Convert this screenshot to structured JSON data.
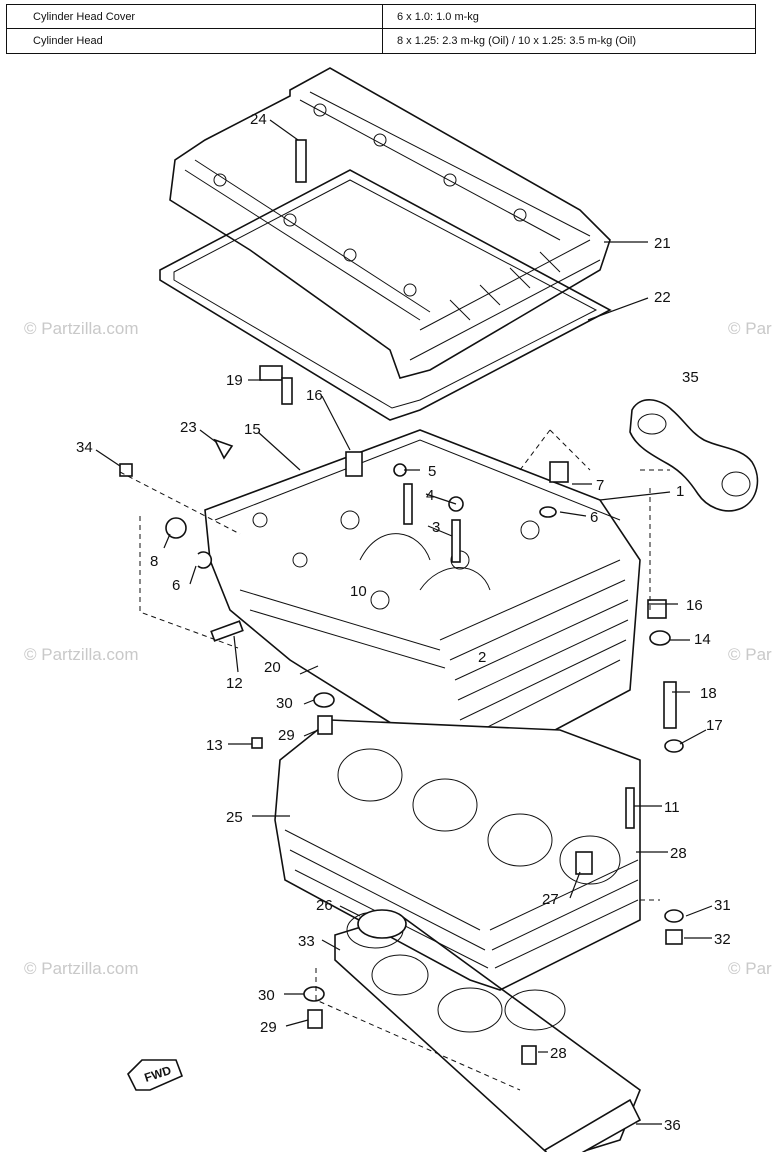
{
  "spec_table": [
    {
      "part": "Cylinder Head Cover",
      "torque": "6 x 1.0: 1.0 m-kg"
    },
    {
      "part": "Cylinder Head",
      "torque": "8 x 1.25: 2.3 m-kg (Oil) / 10 x 1.25: 3.5 m-kg (Oil)"
    }
  ],
  "watermark": "© Partzilla.com",
  "callouts": {
    "c1": "1",
    "c2": "2",
    "c3": "3",
    "c4": "4",
    "c5": "5",
    "c6a": "6",
    "c6b": "6",
    "c7": "7",
    "c8": "8",
    "c10": "10",
    "c11": "11",
    "c12": "12",
    "c13": "13",
    "c14": "14",
    "c15": "15",
    "c16a": "16",
    "c16b": "16",
    "c17": "17",
    "c18": "18",
    "c19": "19",
    "c20": "20",
    "c21": "21",
    "c22": "22",
    "c23": "23",
    "c24": "24",
    "c25": "25",
    "c26": "26",
    "c27": "27",
    "c28a": "28",
    "c28b": "28",
    "c29a": "29",
    "c29b": "29",
    "c30a": "30",
    "c30b": "30",
    "c31": "31",
    "c32": "32",
    "c33": "33",
    "c34": "34",
    "c35": "35",
    "c36": "36"
  },
  "fwd_label": "FWD"
}
